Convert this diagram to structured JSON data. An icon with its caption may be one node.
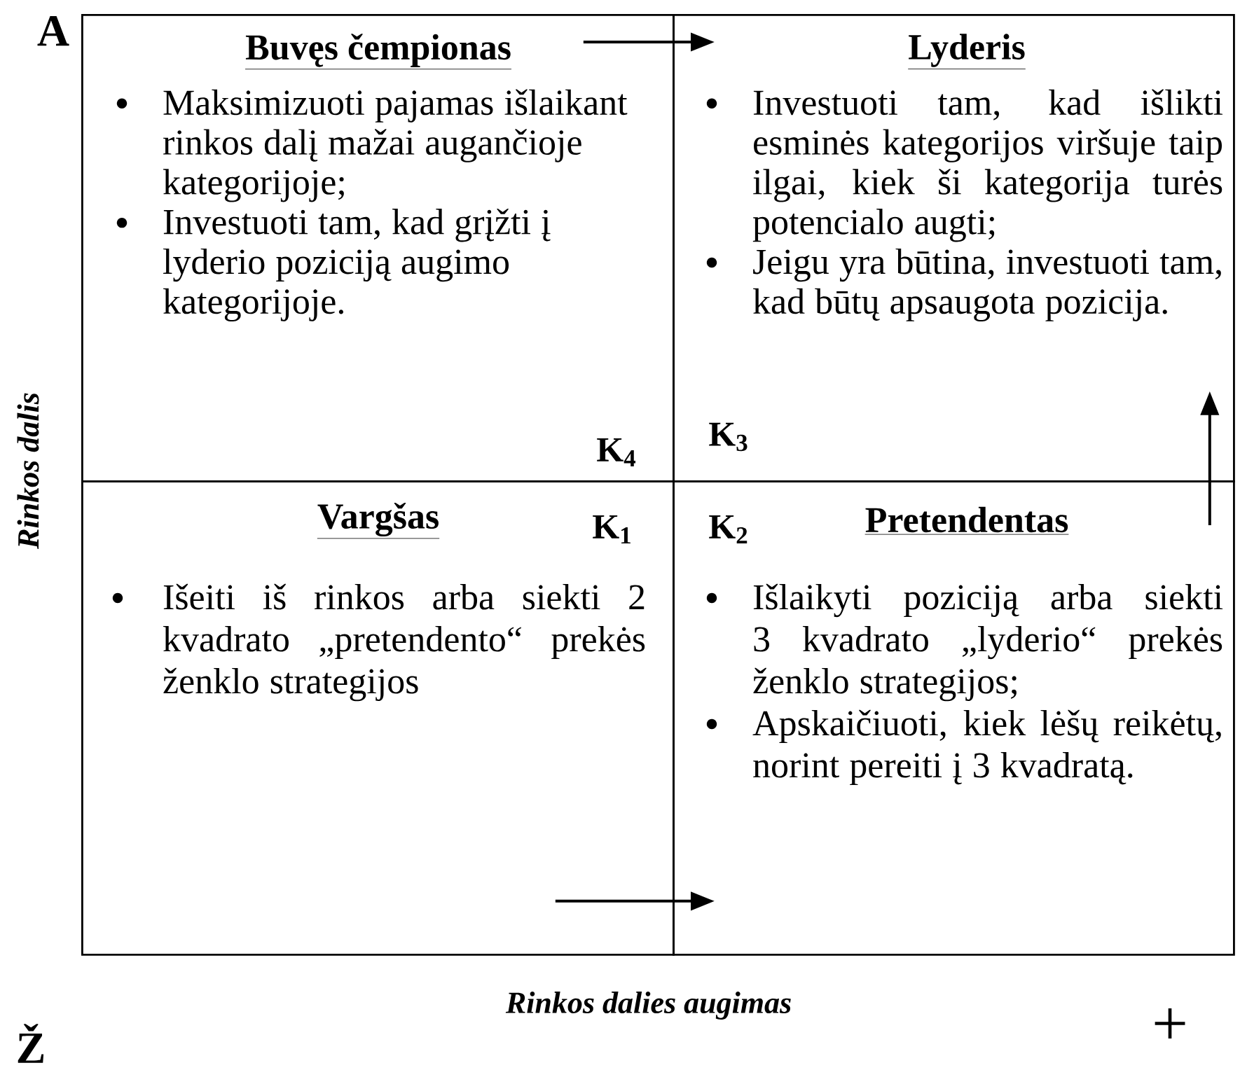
{
  "diagram": {
    "nodes": [
      {
        "text": [
          "Buvęs čempionas",
          "Maksimizuoti pajamas išlaikant rinkos dalį mažai augančioje kategorijoje;",
          "Investuoti tam, kad grįžti į lyderio poziciją augimo kategorijoje.",
          "K$_{4}$"
        ]
      },
      {
        "text": [
          "Lyderis",
          "Investuoti tam, kad išlikti esminės kategorijos viršuje taip ilgai, kiek ši kategorija turės potencialo augti;",
          "Jeigu yra būtina, investuoti tam, kad būtų apsaugota pozicija.",
          "K$_{3}$"
        ]
      },
      {
        "text": [
          "Vargšas",
          "K$_{1}$",
          "Išeiti iš rinkos arba siekti 2 kvadrato „pretendento“ prekės ženklo strategijos"
        ]
      },
      {
        "text": [
          "K$_{2}$",
          "Pretendentas",
          "Išlaikyti poziciją arba siekti 3 kvadrato „lyderio“ prekės ženklo strategijos;",
          "Apskaičiuoti, kiek lėšų reikėtų, norint pereiti į 3 kvadratą."
        ]
      }
    ],
    "edges": [
      {
        "from": 0,
        "to": 1,
        "arrow": "to"
      },
      {
        "from": 2,
        "to": 3,
        "arrow": "to"
      },
      {
        "from": 3,
        "to": 1,
        "arrow": "to"
      }
    ],
    "labels": [
      "A",
      "Rinkos dalis",
      "Rinkos dalies augimas",
      "Ž",
      "+"
    ]
  }
}
